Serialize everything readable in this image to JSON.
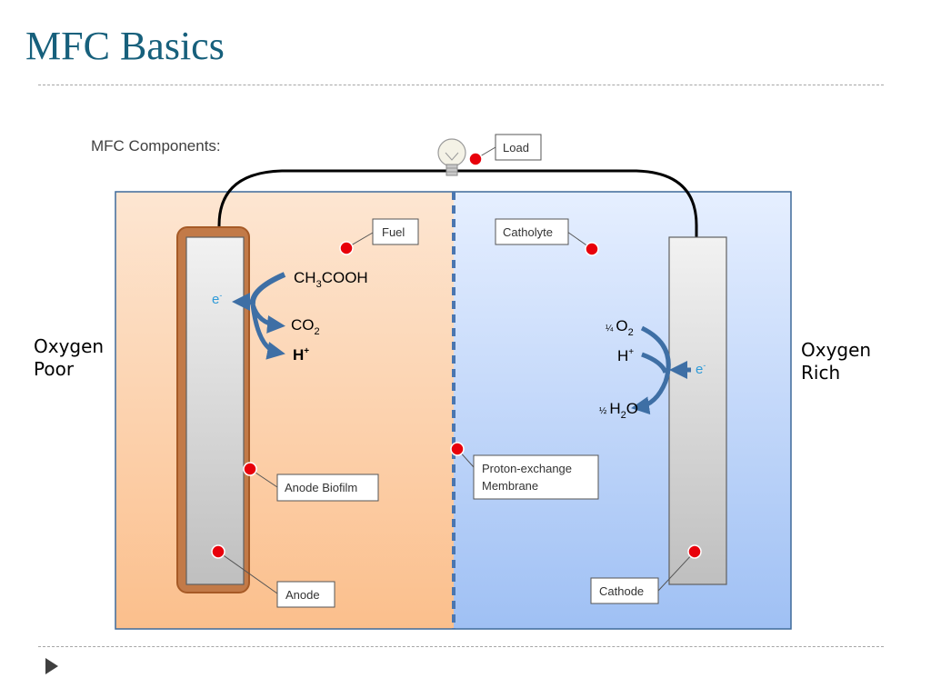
{
  "slide": {
    "title": "MFC Basics"
  },
  "diagram": {
    "components_heading": "MFC Components:",
    "sides": {
      "left": [
        "Oxygen",
        "Poor"
      ],
      "right": [
        "Oxygen",
        "Rich"
      ]
    },
    "callouts": {
      "load": "Load",
      "fuel": "Fuel",
      "catholyte": "Catholyte",
      "anode_biofilm": "Anode Biofilm",
      "anode": "Anode",
      "pem": [
        "Proton-exchange",
        "Membrane"
      ],
      "cathode": "Cathode"
    },
    "anode_reaction": {
      "electron": "e",
      "electron_sup": "-",
      "fuel_formula": [
        "CH",
        "3",
        "COOH"
      ],
      "products": {
        "co2": [
          "CO",
          "2"
        ],
        "proton": [
          "H",
          "+"
        ]
      }
    },
    "cathode_reaction": {
      "oxygen": [
        "¼",
        "O",
        "2"
      ],
      "proton": [
        "H",
        "+"
      ],
      "electron": "e",
      "electron_sup": "-",
      "water": [
        "½",
        "H",
        "2",
        "O"
      ]
    },
    "colors": {
      "title": "#17607c",
      "anode_chamber": "#fbc79c",
      "cathode_chamber": "#a9c8f5",
      "biofilm": "#c0713a",
      "arrow_blue": "#3e6fa5",
      "marker_red": "#e8000b",
      "electron_text": "#2e9ad8"
    }
  }
}
